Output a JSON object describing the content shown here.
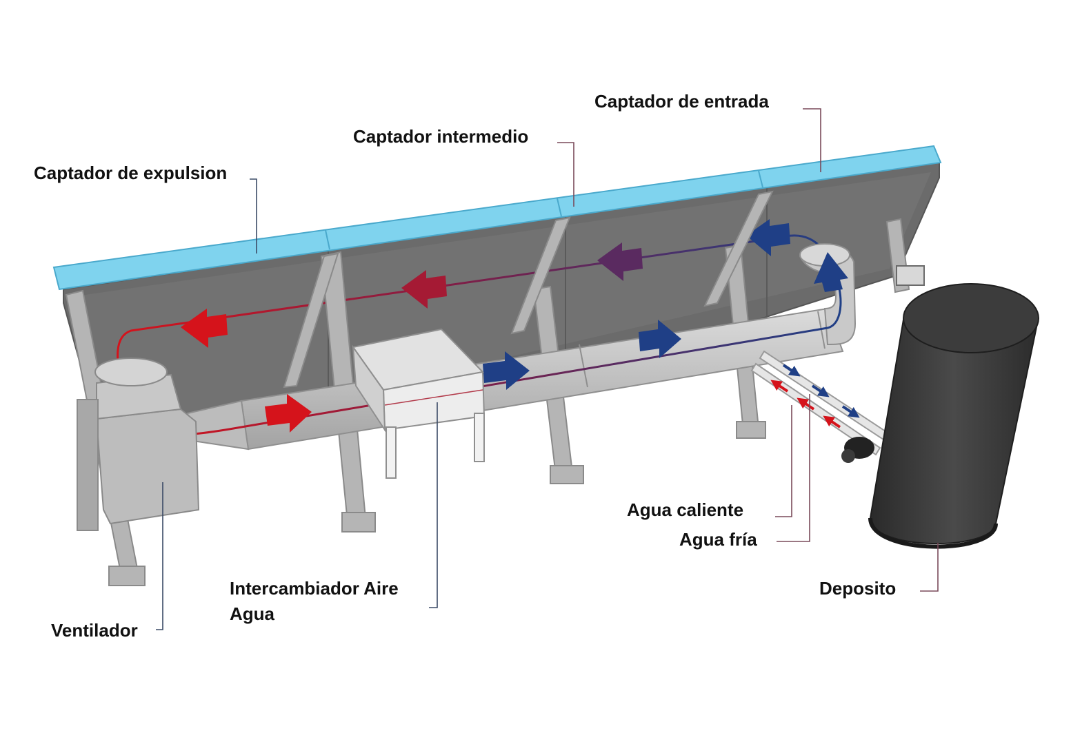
{
  "labels": {
    "captador_entrada": "Captador de entrada",
    "captador_intermedio": "Captador intermedio",
    "captador_expulsion": "Captador de expulsion",
    "agua_caliente": "Agua caliente",
    "agua_fria": "Agua fría",
    "intercambiador_line1": "Intercambiador Aire",
    "intercambiador_line2": "Agua",
    "deposito": "Deposito",
    "ventilador": "Ventilador"
  },
  "colors": {
    "panel_top": "#7fd3ee",
    "panel_face": "#6e6e6e",
    "structure": "#b9b9b9",
    "duct": "#c9c9c9",
    "hot_arrow": "#d5131b",
    "cold_arrow": "#1f3f86",
    "tank": "#3a3a3a",
    "leader_line": "#8a5566"
  }
}
